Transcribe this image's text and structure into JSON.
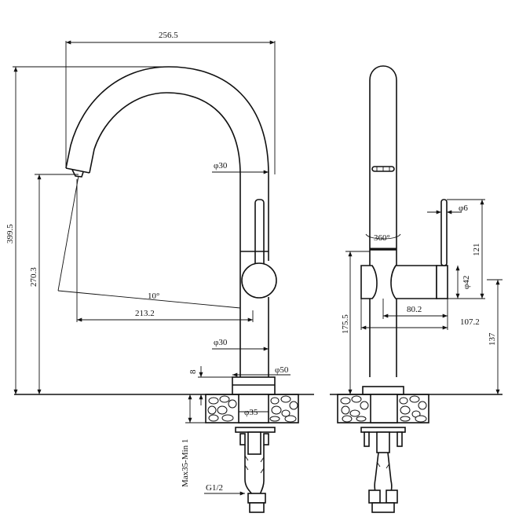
{
  "dimensions": {
    "width_top": "256.5",
    "height_total": "399.5",
    "height_spout": "270.3",
    "angle": "10°",
    "reach": "213.2",
    "dia_neck": "φ30",
    "dia_body": "φ30",
    "dia_base": "φ50",
    "dia_shank": "φ35",
    "base_height": "8",
    "max_min": "Max35-Min 1",
    "thread": "G1/2",
    "dia_handle": "φ6",
    "rotation": "360°",
    "handle_length": "121",
    "dia_cylinder": "φ42",
    "body_height": "175.5",
    "depth_inner": "80.2",
    "depth_outer": "107.2",
    "handle_height": "137"
  },
  "colors": {
    "line": "#111111",
    "background": "#ffffff"
  }
}
